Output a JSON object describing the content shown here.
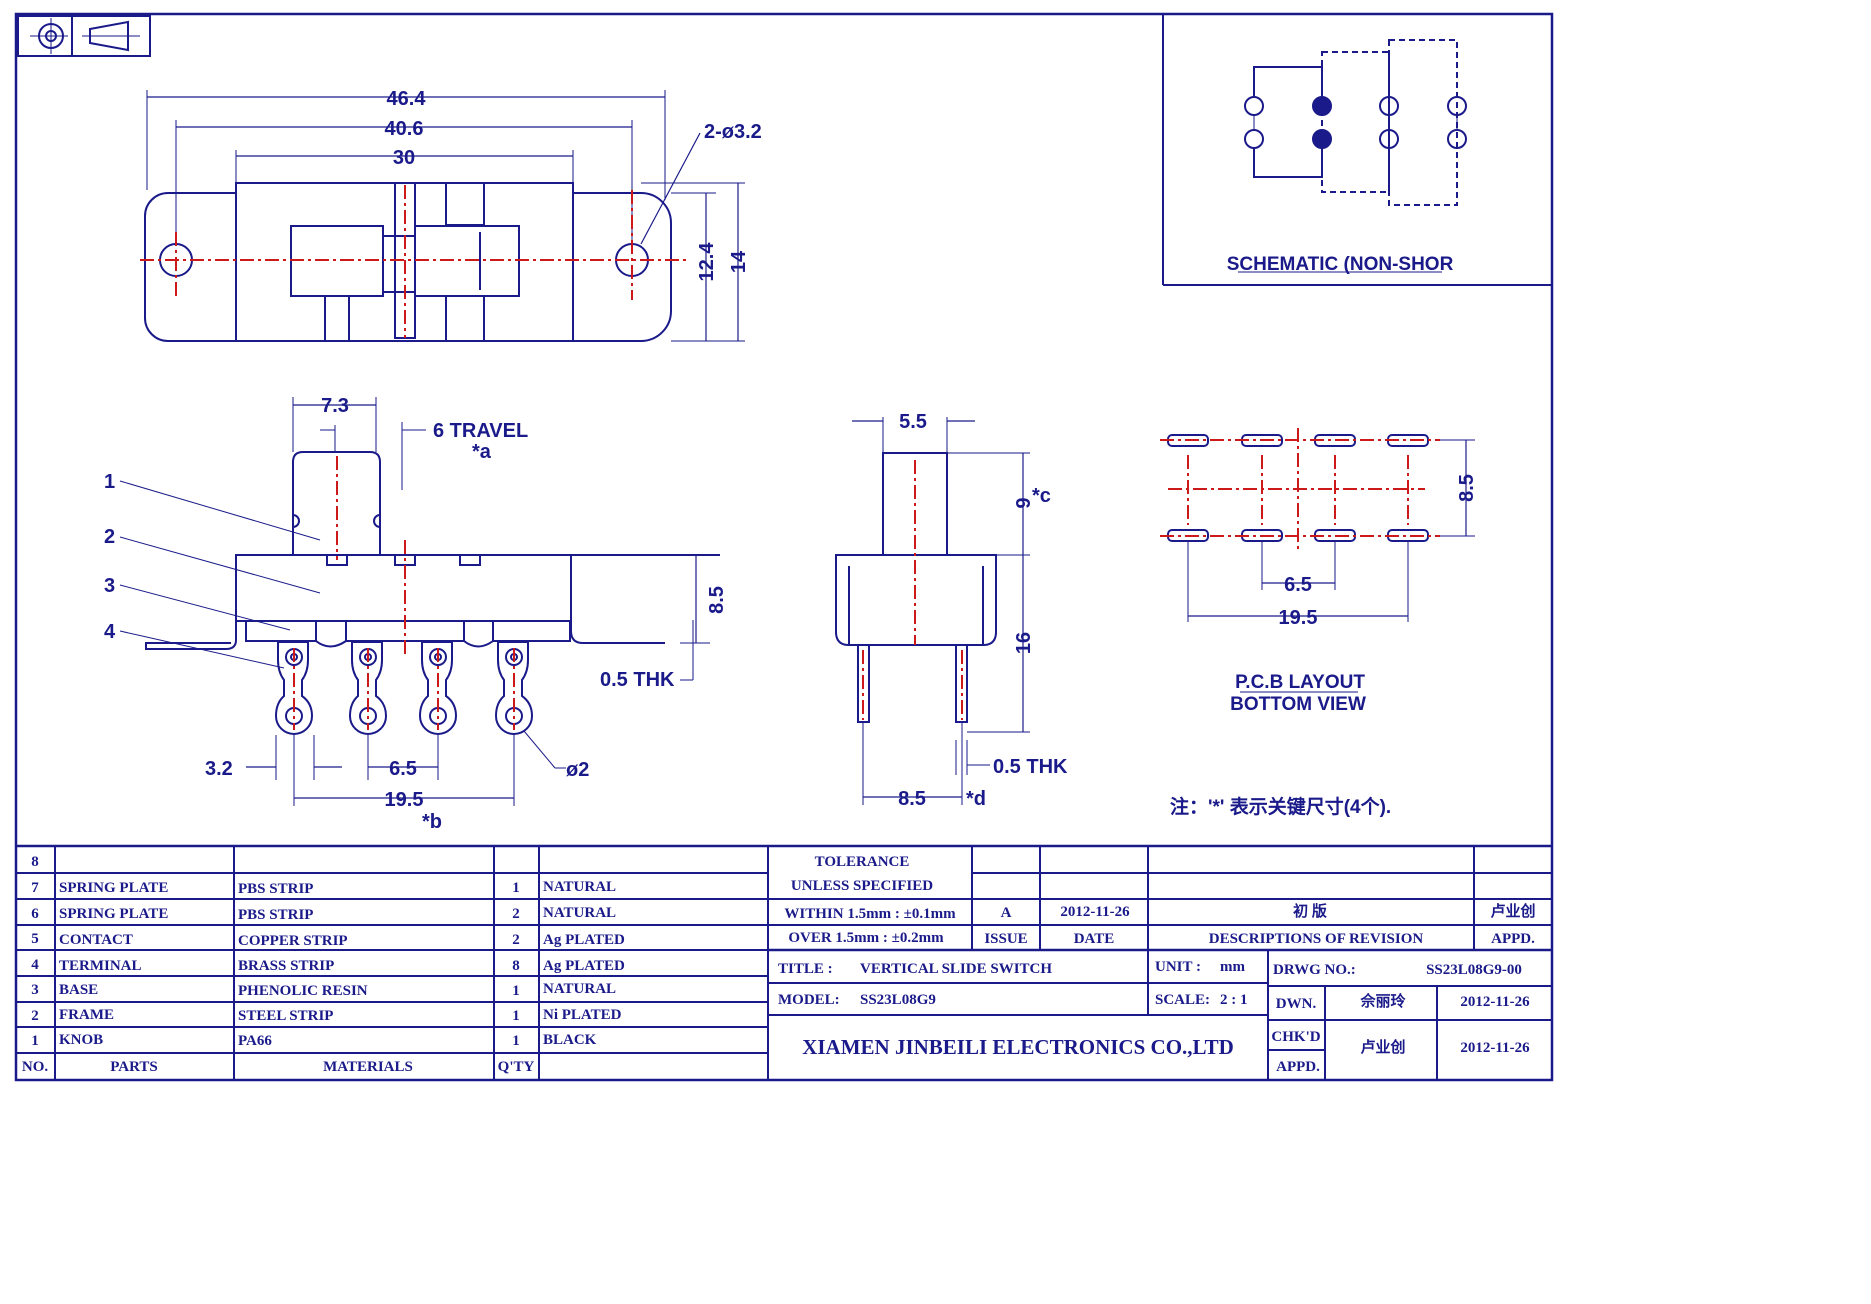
{
  "top_view": {
    "dims": {
      "overall": "46.4",
      "holes": "40.6",
      "body": "30",
      "hole_dia": "2-ø3.2",
      "inner_height": "12.4",
      "outer_height": "14"
    }
  },
  "front_view": {
    "dims": {
      "knob": "7.3",
      "travel": "6 TRAVEL",
      "travel_ref": "*a",
      "height": "8.5",
      "thickness": "0.5 THK",
      "margin": "3.2",
      "pitch": "6.5",
      "span": "19.5",
      "span_ref": "*b",
      "pin_dia": "ø2"
    },
    "callouts": [
      "1",
      "2",
      "3",
      "4"
    ]
  },
  "side_view": {
    "dims": {
      "knob_width": "5.5",
      "knob_height": "9",
      "knob_ref": "*c",
      "body_height": "16",
      "thickness": "0.5 THK",
      "pin_span": "8.5",
      "pin_ref": "*d"
    }
  },
  "schematic": {
    "label": "SCHEMATIC (NON-SHOR"
  },
  "pcb": {
    "label_line1": "P.C.B LAYOUT",
    "label_line2": "BOTTOM VIEW",
    "dims": {
      "row_spacing": "8.5",
      "pitch": "6.5",
      "span": "19.5"
    }
  },
  "note": "注：'*' 表示关键尺寸(4个).",
  "bom": {
    "header": {
      "no": "NO.",
      "parts": "PARTS",
      "materials": "MATERIALS",
      "qty": "Q'TY"
    },
    "rows": [
      {
        "no": "8",
        "part": "",
        "material": "",
        "qty": "",
        "finish": ""
      },
      {
        "no": "7",
        "part": "SPRING PLATE",
        "material": "PBS STRIP",
        "qty": "1",
        "finish": "NATURAL"
      },
      {
        "no": "6",
        "part": "SPRING PLATE",
        "material": "PBS STRIP",
        "qty": "2",
        "finish": "NATURAL"
      },
      {
        "no": "5",
        "part": "CONTACT",
        "material": "COPPER STRIP",
        "qty": "2",
        "finish": "Ag PLATED"
      },
      {
        "no": "4",
        "part": "TERMINAL",
        "material": "BRASS STRIP",
        "qty": "8",
        "finish": "Ag PLATED"
      },
      {
        "no": "3",
        "part": "BASE",
        "material": "PHENOLIC RESIN",
        "qty": "1",
        "finish": "NATURAL"
      },
      {
        "no": "2",
        "part": "FRAME",
        "material": "STEEL STRIP",
        "qty": "1",
        "finish": "Ni PLATED"
      },
      {
        "no": "1",
        "part": "KNOB",
        "material": "PA66",
        "qty": "1",
        "finish": "BLACK"
      }
    ]
  },
  "tolerance": {
    "line1": "TOLERANCE",
    "line2": "UNLESS   SPECIFIED",
    "line3": "WITHIN 1.5mm : ±0.1mm",
    "line4": "OVER 1.5mm : ±0.2mm"
  },
  "revision": {
    "issue": "A",
    "date": "2012-11-26",
    "description": "初 版",
    "appd": "卢业创",
    "issue_label": "ISSUE",
    "date_label": "DATE",
    "desc_label": "DESCRIPTIONS OF REVISION",
    "appd_label": "APPD."
  },
  "title_block": {
    "title_label": "TITLE :",
    "title": "VERTICAL SLIDE SWITCH",
    "unit_label": "UNIT :",
    "unit": "mm",
    "drwg_label": "DRWG NO.:",
    "drwg_no": "SS23L08G9-00",
    "model_label": "MODEL:",
    "model": "SS23L08G9",
    "scale_label": "SCALE:",
    "scale": "2 : 1",
    "dwn_label": "DWN.",
    "dwn_name": "佘丽玲",
    "dwn_date": "2012-11-26",
    "chkd_label": "CHK'D",
    "appd_label": "APPD.",
    "chk_name": "卢业创",
    "chk_date": "2012-11-26",
    "company": "XIAMEN JINBEILI ELECTRONICS CO.,LTD"
  },
  "colors": {
    "line": "#1a1a8a",
    "center": "#cc1a1a",
    "bg": "#ffffff"
  }
}
